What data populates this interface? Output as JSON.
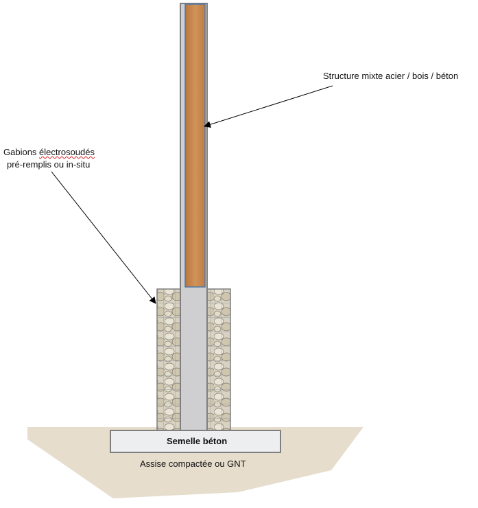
{
  "labels": {
    "structure": "Structure mixte acier / bois / béton",
    "gabions_line1_word1": "Gabions",
    "gabions_line1_word2": "électrosoudés",
    "gabions_line2": "pré-remplis ou in-situ",
    "footing": "Semelle béton",
    "base": "Assise compactée ou GNT"
  },
  "colors": {
    "steel": "#cfcfd1",
    "steel_edge": "#7f7f7f",
    "wood": "#c8864c",
    "wood_edge": "#4a78a8",
    "ground": "#e6ddcd",
    "footing": "#eceef0"
  }
}
